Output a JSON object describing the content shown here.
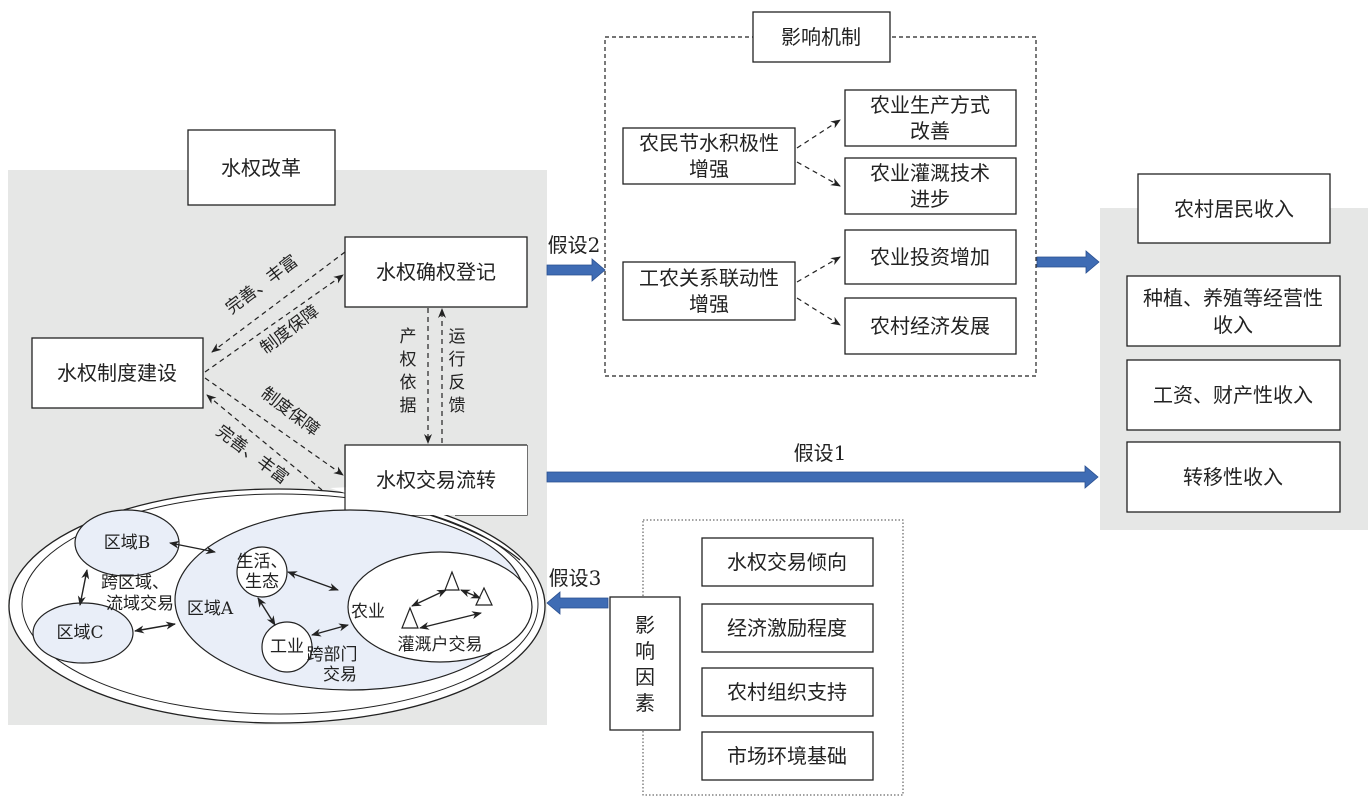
{
  "left": {
    "title": "水权改革",
    "registration": "水权确权登记",
    "institution": "水权制度建设",
    "trading": "水权交易流转",
    "edge_labels": {
      "improve_top": "完善、丰富",
      "guarantee_top": "制度保障",
      "guarantee_bottom": "制度保障",
      "improve_bottom": "完善、丰富",
      "property_basis": [
        "产",
        "权",
        "依",
        "据"
      ],
      "feedback": [
        "运",
        "行",
        "反",
        "馈"
      ]
    },
    "trade_detail": {
      "region_a": "区域A",
      "region_b": "区域B",
      "region_c": "区域C",
      "cross_region": [
        "跨区域、",
        "流域交易"
      ],
      "life": [
        "生活、",
        "生态"
      ],
      "industry": "工业",
      "agriculture": "农业",
      "cross_sector": [
        "跨部门",
        "交易"
      ],
      "irrigator_trade": "灌溉户交易"
    }
  },
  "mechanism": {
    "title": "影响机制",
    "drivers": [
      [
        "农民节水积极性",
        "增强"
      ],
      [
        "工农关系联动性",
        "增强"
      ]
    ],
    "outcomes": [
      [
        "农业生产方式",
        "改善"
      ],
      [
        "农业灌溉技术",
        "进步"
      ],
      [
        "农业投资增加"
      ],
      [
        "农村经济发展"
      ]
    ]
  },
  "hypotheses": {
    "h1": "假设1",
    "h2": "假设2",
    "h3": "假设3"
  },
  "income": {
    "title": "农村居民收入",
    "items": [
      [
        "种植、养殖等经营性",
        "收入"
      ],
      [
        "工资、财产性收入"
      ],
      [
        "转移性收入"
      ]
    ]
  },
  "factors": {
    "title": [
      "影",
      "响",
      "因",
      "素"
    ],
    "items": [
      "水权交易倾向",
      "经济激励程度",
      "农村组织支持",
      "市场环境基础"
    ]
  },
  "colors": {
    "panel": "#e6e7e6",
    "region_fill": "#e9eef8",
    "arrow": "#3f6cb4"
  }
}
